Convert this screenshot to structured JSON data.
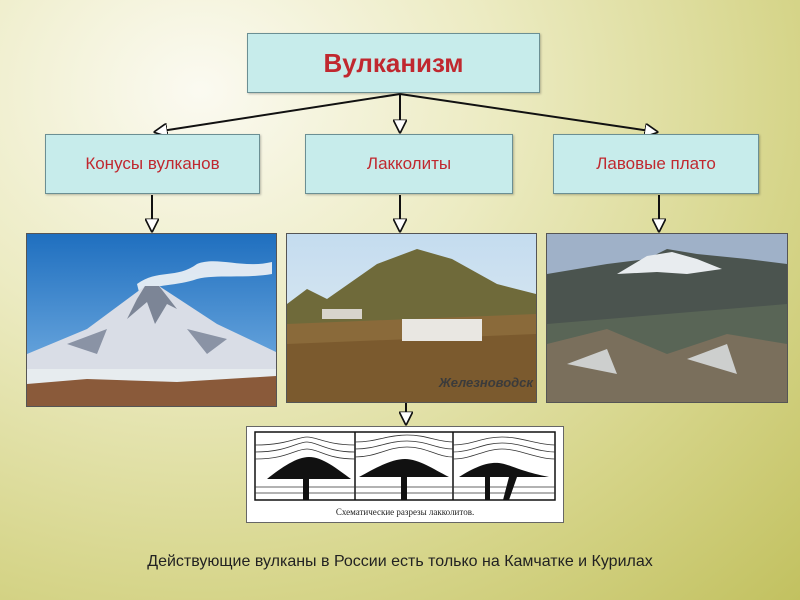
{
  "title": "Вулканизм",
  "branches": [
    {
      "label": "Конусы вулканов"
    },
    {
      "label": "Лакколиты"
    },
    {
      "label": "Лавовые плато"
    }
  ],
  "photo_caption": "Железноводск",
  "schema_caption": "Схематические разрезы лакколитов.",
  "footer": "Действующие вулканы в России есть только на Камчатке и Курилах",
  "colors": {
    "box_fill": "#c7eceb",
    "box_text": "#c0282f"
  }
}
